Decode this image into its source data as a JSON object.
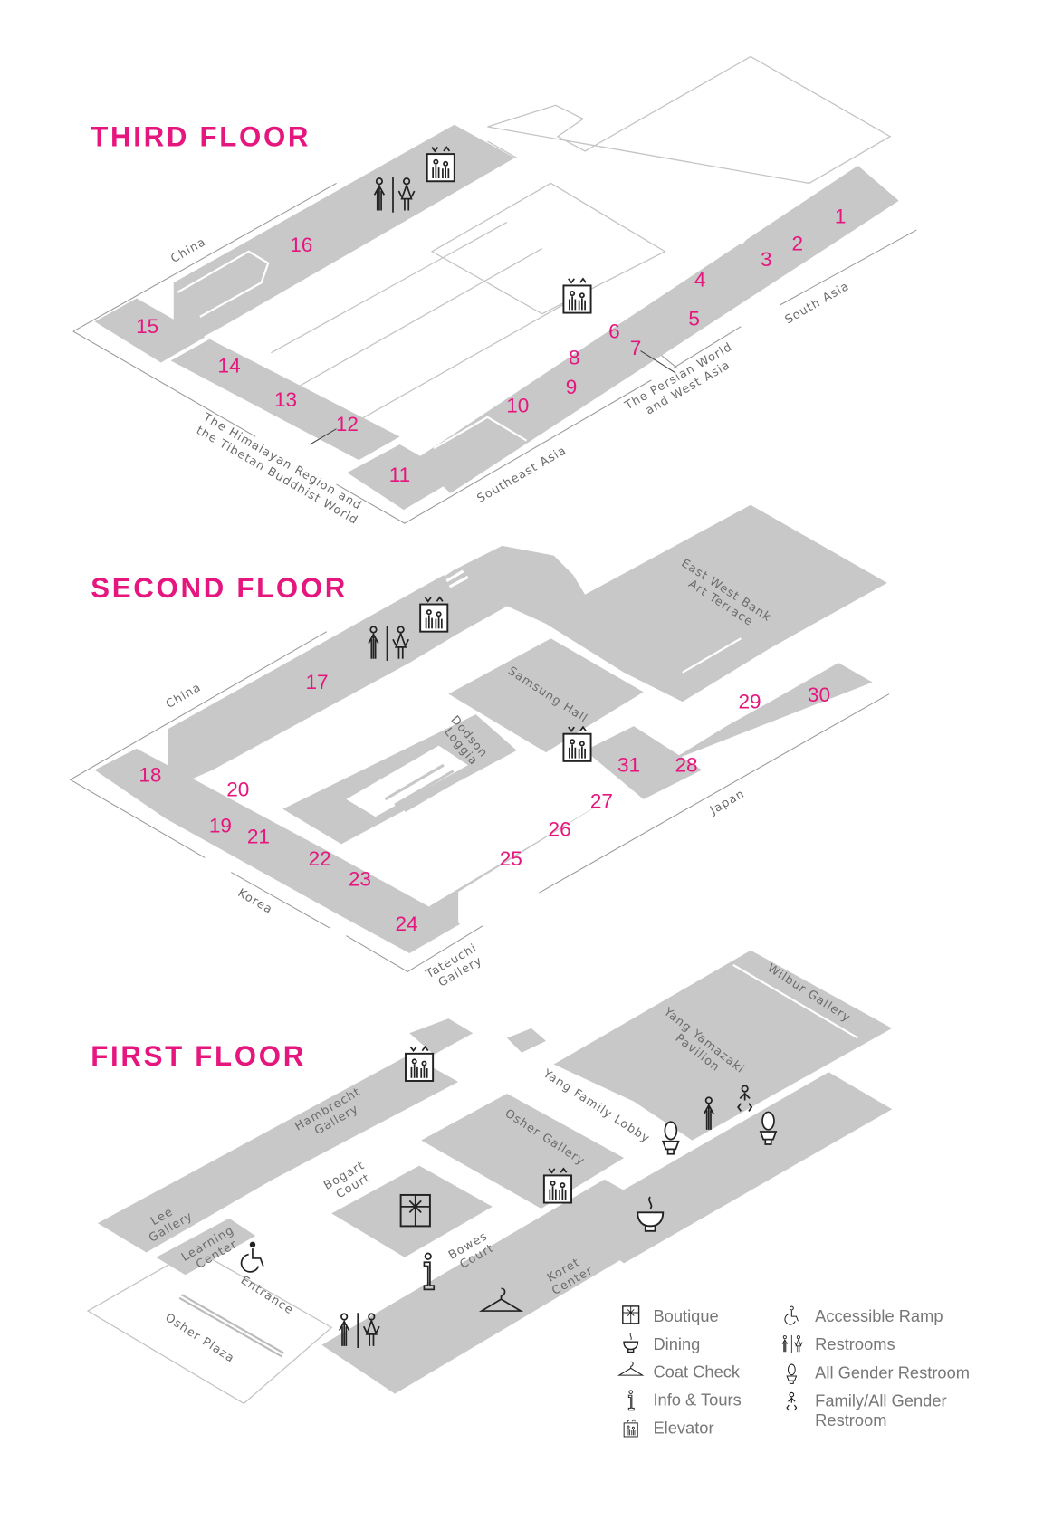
{
  "colors": {
    "accent": "#e5177e",
    "floor_fill": "#c8c8c8",
    "label": "#6b6b6b"
  },
  "floors": {
    "third": {
      "title": "THIRD FLOOR",
      "rooms": [
        "1",
        "2",
        "3",
        "4",
        "5",
        "6",
        "7",
        "8",
        "9",
        "10",
        "11",
        "12",
        "13",
        "14",
        "15",
        "16"
      ],
      "labels": {
        "china": "China",
        "himalayan": [
          "The Himalayan Region and",
          "the Tibetan Buddhist World"
        ],
        "southeast_asia": "Southeast Asia",
        "persian": [
          "The Persian World",
          "and West Asia"
        ],
        "south_asia": "South Asia"
      }
    },
    "second": {
      "title": "SECOND FLOOR",
      "rooms": [
        "17",
        "18",
        "19",
        "20",
        "21",
        "22",
        "23",
        "24",
        "25",
        "26",
        "27",
        "28",
        "29",
        "30",
        "31"
      ],
      "labels": {
        "china": "China",
        "korea": "Korea",
        "tateuchi": [
          "Tateuchi",
          "Gallery"
        ],
        "japan": "Japan",
        "samsung": "Samsung Hall",
        "dodson": [
          "Dodson",
          "Loggia"
        ],
        "eastwest": [
          "East West Bank",
          "Art Terrace"
        ]
      }
    },
    "first": {
      "title": "FIRST FLOOR",
      "labels": {
        "hambrecht": [
          "Hambrecht",
          "Gallery"
        ],
        "bogart": [
          "Bogart",
          "Court"
        ],
        "lee": [
          "Lee",
          "Gallery"
        ],
        "learning": [
          "Learning",
          "Center"
        ],
        "entrance": "Entrance",
        "osher_plaza": "Osher Plaza",
        "bowes": [
          "Bowes",
          "Court"
        ],
        "koret": [
          "Koret",
          "Center"
        ],
        "osher_gallery": "Osher Gallery",
        "yang_lobby": "Yang Family Lobby",
        "yang_yamazaki": [
          "Yang Yamazaki",
          "Pavilion"
        ],
        "wilbur": "Wilbur Gallery"
      }
    }
  },
  "legend": {
    "left": [
      {
        "icon": "boutique-icon",
        "label": "Boutique"
      },
      {
        "icon": "dining-icon",
        "label": "Dining"
      },
      {
        "icon": "coat-check-icon",
        "label": "Coat Check"
      },
      {
        "icon": "info-icon",
        "label": "Info & Tours"
      },
      {
        "icon": "elevator-icon",
        "label": "Elevator"
      }
    ],
    "right": [
      {
        "icon": "accessible-ramp-icon",
        "label": "Accessible Ramp"
      },
      {
        "icon": "restrooms-icon",
        "label": "Restrooms"
      },
      {
        "icon": "all-gender-restroom-icon",
        "label": "All Gender Restroom"
      },
      {
        "icon": "family-restroom-icon",
        "label": [
          "Family/All Gender",
          "Restroom"
        ]
      }
    ]
  }
}
